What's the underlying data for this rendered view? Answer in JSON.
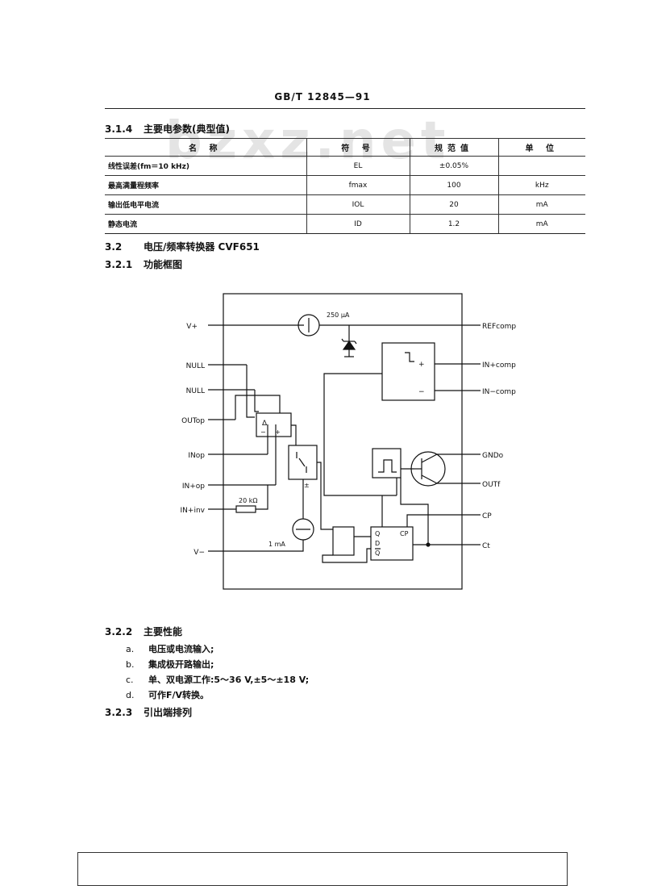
{
  "header": {
    "standard": "GB/T 12845—91"
  },
  "watermark": "bzxz.net",
  "section_314": {
    "num": "3.1.4",
    "title": "主要电参数(典型值)",
    "columns": [
      "名  称",
      "符 号",
      "规范值",
      "单 位"
    ],
    "rows": [
      {
        "name": "线性误差(fm＝10 kHz)",
        "symbol": "EL",
        "value": "±0.05%",
        "unit": ""
      },
      {
        "name": "最高满量程频率",
        "symbol": "fmax",
        "value": "100",
        "unit": "kHz"
      },
      {
        "name": "输出低电平电流",
        "symbol": "IOL",
        "value": "20",
        "unit": "mA"
      },
      {
        "name": "静态电流",
        "symbol": "ID",
        "value": "1.2",
        "unit": "mA"
      }
    ]
  },
  "section_32": {
    "num": "3.2",
    "title": "电压/频率转换器  CVF651"
  },
  "section_321": {
    "num": "3.2.1",
    "title": "功能框图"
  },
  "diagram": {
    "pins_left": [
      "V+",
      "NULL",
      "NULL",
      "OUTop",
      "INop",
      "IN+op",
      "IN+inv",
      "V−"
    ],
    "pins_right": [
      "REFcomp",
      "IN+comp",
      "IN−comp",
      "GNDo",
      "OUTf",
      "CP",
      "Ct"
    ],
    "current_source_top": "250 μA",
    "resistor": "20 kΩ",
    "current_source_bottom": "1 mA",
    "opamp_symbol": "Δ",
    "opamp_minus": "−",
    "opamp_plus": "+",
    "comp_plus": "+",
    "comp_minus": "−",
    "switch_gnd": "±",
    "ff_q": "Q",
    "ff_d": "D",
    "ff_qbar": "Q",
    "ff_cp": "CP"
  },
  "section_322": {
    "num": "3.2.2",
    "title": "主要性能",
    "items": [
      {
        "mark": "a.",
        "text": "电压或电流输入;"
      },
      {
        "mark": "b.",
        "text": "集成极开路输出;"
      },
      {
        "mark": "c.",
        "text": "单、双电源工作:5～36 V,±5～±18 V;"
      },
      {
        "mark": "d.",
        "text": "可作F/V转换。"
      }
    ]
  },
  "section_323": {
    "num": "3.2.3",
    "title": "引出端排列"
  }
}
